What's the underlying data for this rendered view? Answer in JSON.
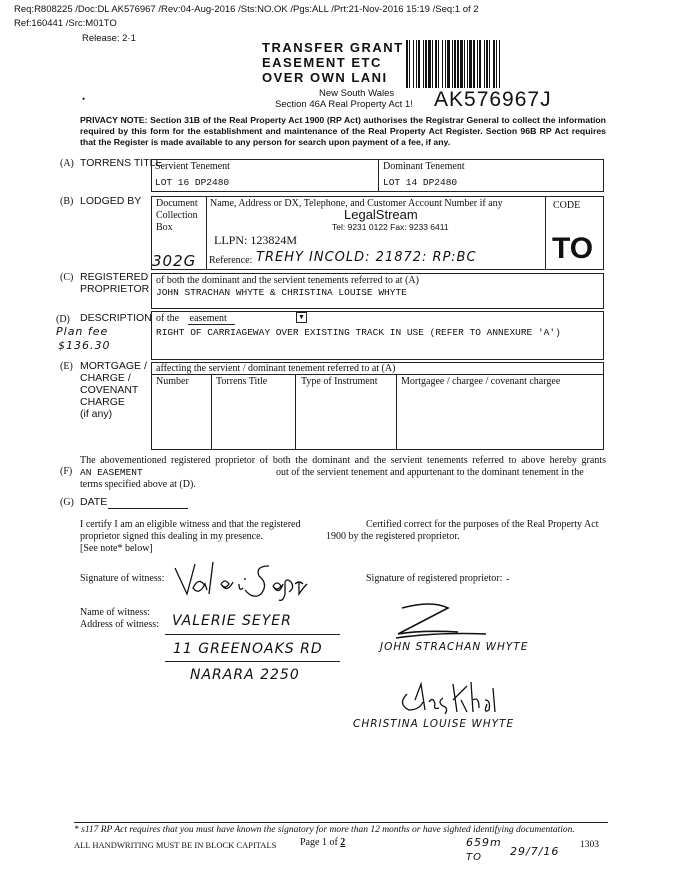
{
  "header": {
    "req_line": "Req:R808225 /Doc:DL AK576967 /Rev:04-Aug-2016 /Sts:NO.OK /Pgs:ALL /Prt:21-Nov-2016 15:19 /Seq:1 of 2",
    "ref_line": "Ref:160441 /Src:M",
    "form_code": "01TO",
    "release": "Release: 2·1"
  },
  "title": {
    "line1": "TRANSFER GRANT",
    "line2": "EASEMENT ETC",
    "line3": "OVER OWN LANI",
    "state": "New South Wales",
    "section": "Section 46A Real Property Act 1!",
    "dealing_number": "AK576967J"
  },
  "privacy": {
    "text": "PRIVACY NOTE: Section 31B of the Real Property Act 1900 (RP Act) authorises the Registrar General to collect the information required by this form for the establishment and maintenance of the Real Property Act Register. Section 96B RP Act requires that the Register is made available to any person for search upon payment of a fee, if any."
  },
  "sections": {
    "a": {
      "letter": "(A)",
      "title": "TORRENS TITLE",
      "servient_label": "Servient Tenement",
      "servient_value": "LOT 16 DP2480",
      "dominant_label": "Dominant Tenement",
      "dominant_value": "LOT 14 DP2480"
    },
    "b": {
      "letter": "(B)",
      "title": "LODGED BY",
      "doc_box_label": "Document Collection Box",
      "doc_box_value": "302G",
      "name_label": "Name, Address or DX, Telephone, and Customer Account Number if any",
      "company": "LegalStream",
      "phone": "Tel: 9231 0122 Fax: 9233 6411",
      "llpn": "LLPN: 123824M",
      "reference_label": "Reference:",
      "reference_value": "TREHY INCOLD: 21872: RP:BC",
      "code_label": "CODE",
      "code_value": "TO"
    },
    "c": {
      "letter": "(C)",
      "title_l1": "REGISTERED",
      "title_l2": "PROPRIETOR",
      "caption": "of both the dominant and the servient tenements referred to at (A)",
      "value": "JOHN STRACHAN WHYTE & CHRISTINA LOUISE WHYTE"
    },
    "d": {
      "letter": "(D)",
      "title": "DESCRIPTION",
      "caption_prefix": "of the",
      "caption_value": "easement",
      "value": "RIGHT OF CARRIAGEWAY OVER EXISTING TRACK IN USE (REFER TO ANNEXURE 'A')",
      "margin_note_l1": "Plan fee",
      "margin_note_l2": "$136.30"
    },
    "e": {
      "letter": "(E)",
      "title_l1": "MORTGAGE /",
      "title_l2": "CHARGE /",
      "title_l3": "COVENANT",
      "title_l4": "CHARGE",
      "title_l5": "(if any)",
      "caption": "affecting the servient / dominant tenement referred to at (A)",
      "columns": [
        "Number",
        "Torrens Title",
        "Type of Instrument",
        "Mortgagee / chargee / covenant chargee"
      ]
    },
    "f": {
      "letter": "(F)",
      "text_l1": "The abovementioned registered proprietor of both the dominant and the servient tenements referred to above hereby grants",
      "text_value": "AN EASEMENT",
      "text_l2": "out of the servient tenement and appurtenant to the dominant tenement in the",
      "text_l3": "terms specified above at (D)."
    },
    "g": {
      "letter": "(G)",
      "title": "DATE"
    }
  },
  "certification": {
    "left_l1": "I certify I am an eligible witness and that the registered",
    "left_l2": "proprietor signed this dealing in my presence.",
    "left_l3": "[See note* below]",
    "right_l1": "Certified correct for the purposes of the Real Property Act",
    "right_l2": "1900 by the registered proprietor."
  },
  "signatures": {
    "witness_label": "Signature of witness:",
    "witness_signature": "Valerie Seyer",
    "proprietor_label": "Signature of registered proprietor:",
    "proprietor_signature_1": "JOHN STRACHAN WHYTE",
    "proprietor_signature_2": "CHRISTINA LOUISE WHYTE",
    "witness_name_label": "Name of witness:",
    "witness_address_label": "Address of witness:",
    "witness_name": "VALERIE SEYER",
    "witness_address_l1": "11 GREENOAKS RD",
    "witness_address_l2": "NARARA 2250"
  },
  "footer": {
    "note": "* s117 RP Act requires that you must have known the signatory for more than 12 months or have sighted identifying documentation.",
    "handwriting": "ALL HANDWRITING MUST BE IN BLOCK CAPITALS",
    "page_prefix": "Page 1 of",
    "page_total": "2",
    "handwritten_code": "659m",
    "handwritten_to": "TO",
    "handwritten_date": "29/7/16",
    "form_number": "1303"
  }
}
